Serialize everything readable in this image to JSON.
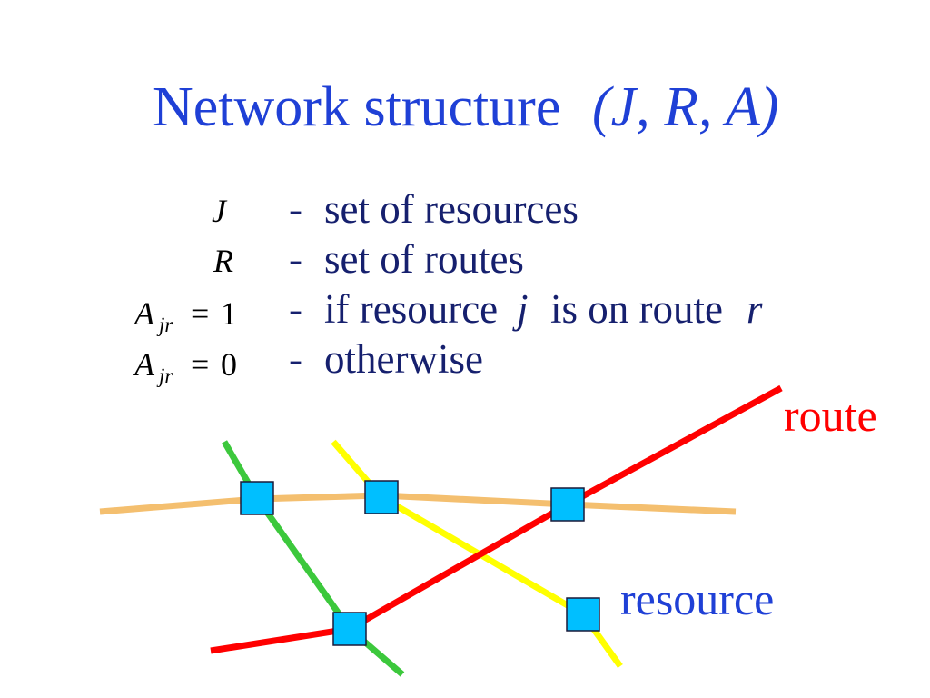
{
  "slide": {
    "title": {
      "main": "Network structure",
      "tuple": "(J, R, A)"
    },
    "definitions": [
      {
        "symbol": "J",
        "dash": "-",
        "text": "set of resources"
      },
      {
        "symbol": "R",
        "dash": "-",
        "text": "set of routes"
      },
      {
        "symbol": "A",
        "subscript": "jr",
        "relation": "=",
        "value": "1",
        "dash": "-",
        "text_parts": [
          "if resource",
          "j",
          "is on route",
          "r"
        ]
      },
      {
        "symbol": "A",
        "subscript": "jr",
        "relation": "=",
        "value": "0",
        "dash": "-",
        "text": "otherwise"
      }
    ]
  },
  "diagram": {
    "labels": {
      "route": "route",
      "resource": "resource"
    },
    "colors": {
      "title": "#1f40d6",
      "definitions_text": "#16206e",
      "route_label": "#ff0000",
      "resource_label": "#1f40d6",
      "route_orange": "#f4bf6f",
      "route_green": "#3cc83c",
      "route_yellow": "#ffff00",
      "route_red": "#ff0000",
      "resource_fill": "#00bfff",
      "resource_stroke": "#1a1a3a"
    }
  }
}
